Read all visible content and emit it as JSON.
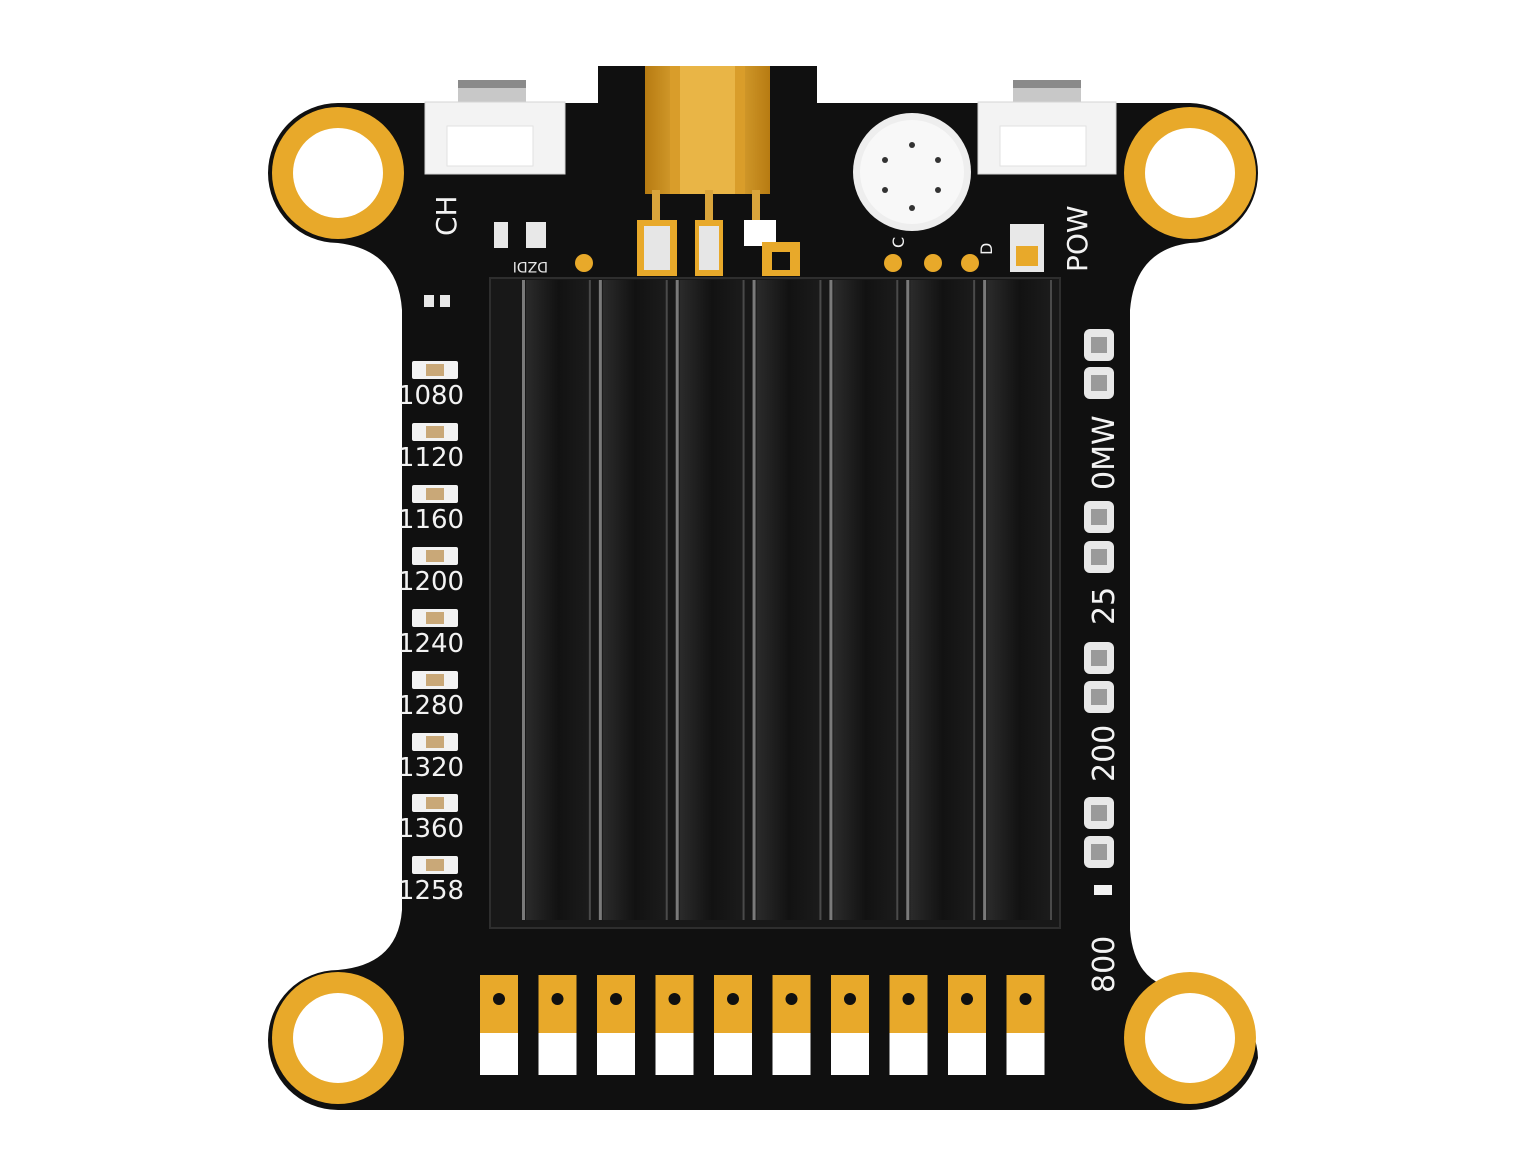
{
  "board": {
    "ch_label": "CH",
    "pow_label": "POW",
    "pad_c_label": "C",
    "pad_d_label": "D",
    "mirrored_silk_label": "DZDI"
  },
  "frequencies": [
    "1080",
    "1120",
    "1160",
    "1200",
    "1240",
    "1280",
    "1320",
    "1360",
    "1258"
  ],
  "power_labels": [
    "0MW",
    "25",
    "200",
    "800"
  ],
  "colors": {
    "pcb": "#101010",
    "gold": "#e8a92a",
    "heatsink": "#161616",
    "silkscreen": "#f2f2f2",
    "plastic": "#f3f3f3"
  }
}
